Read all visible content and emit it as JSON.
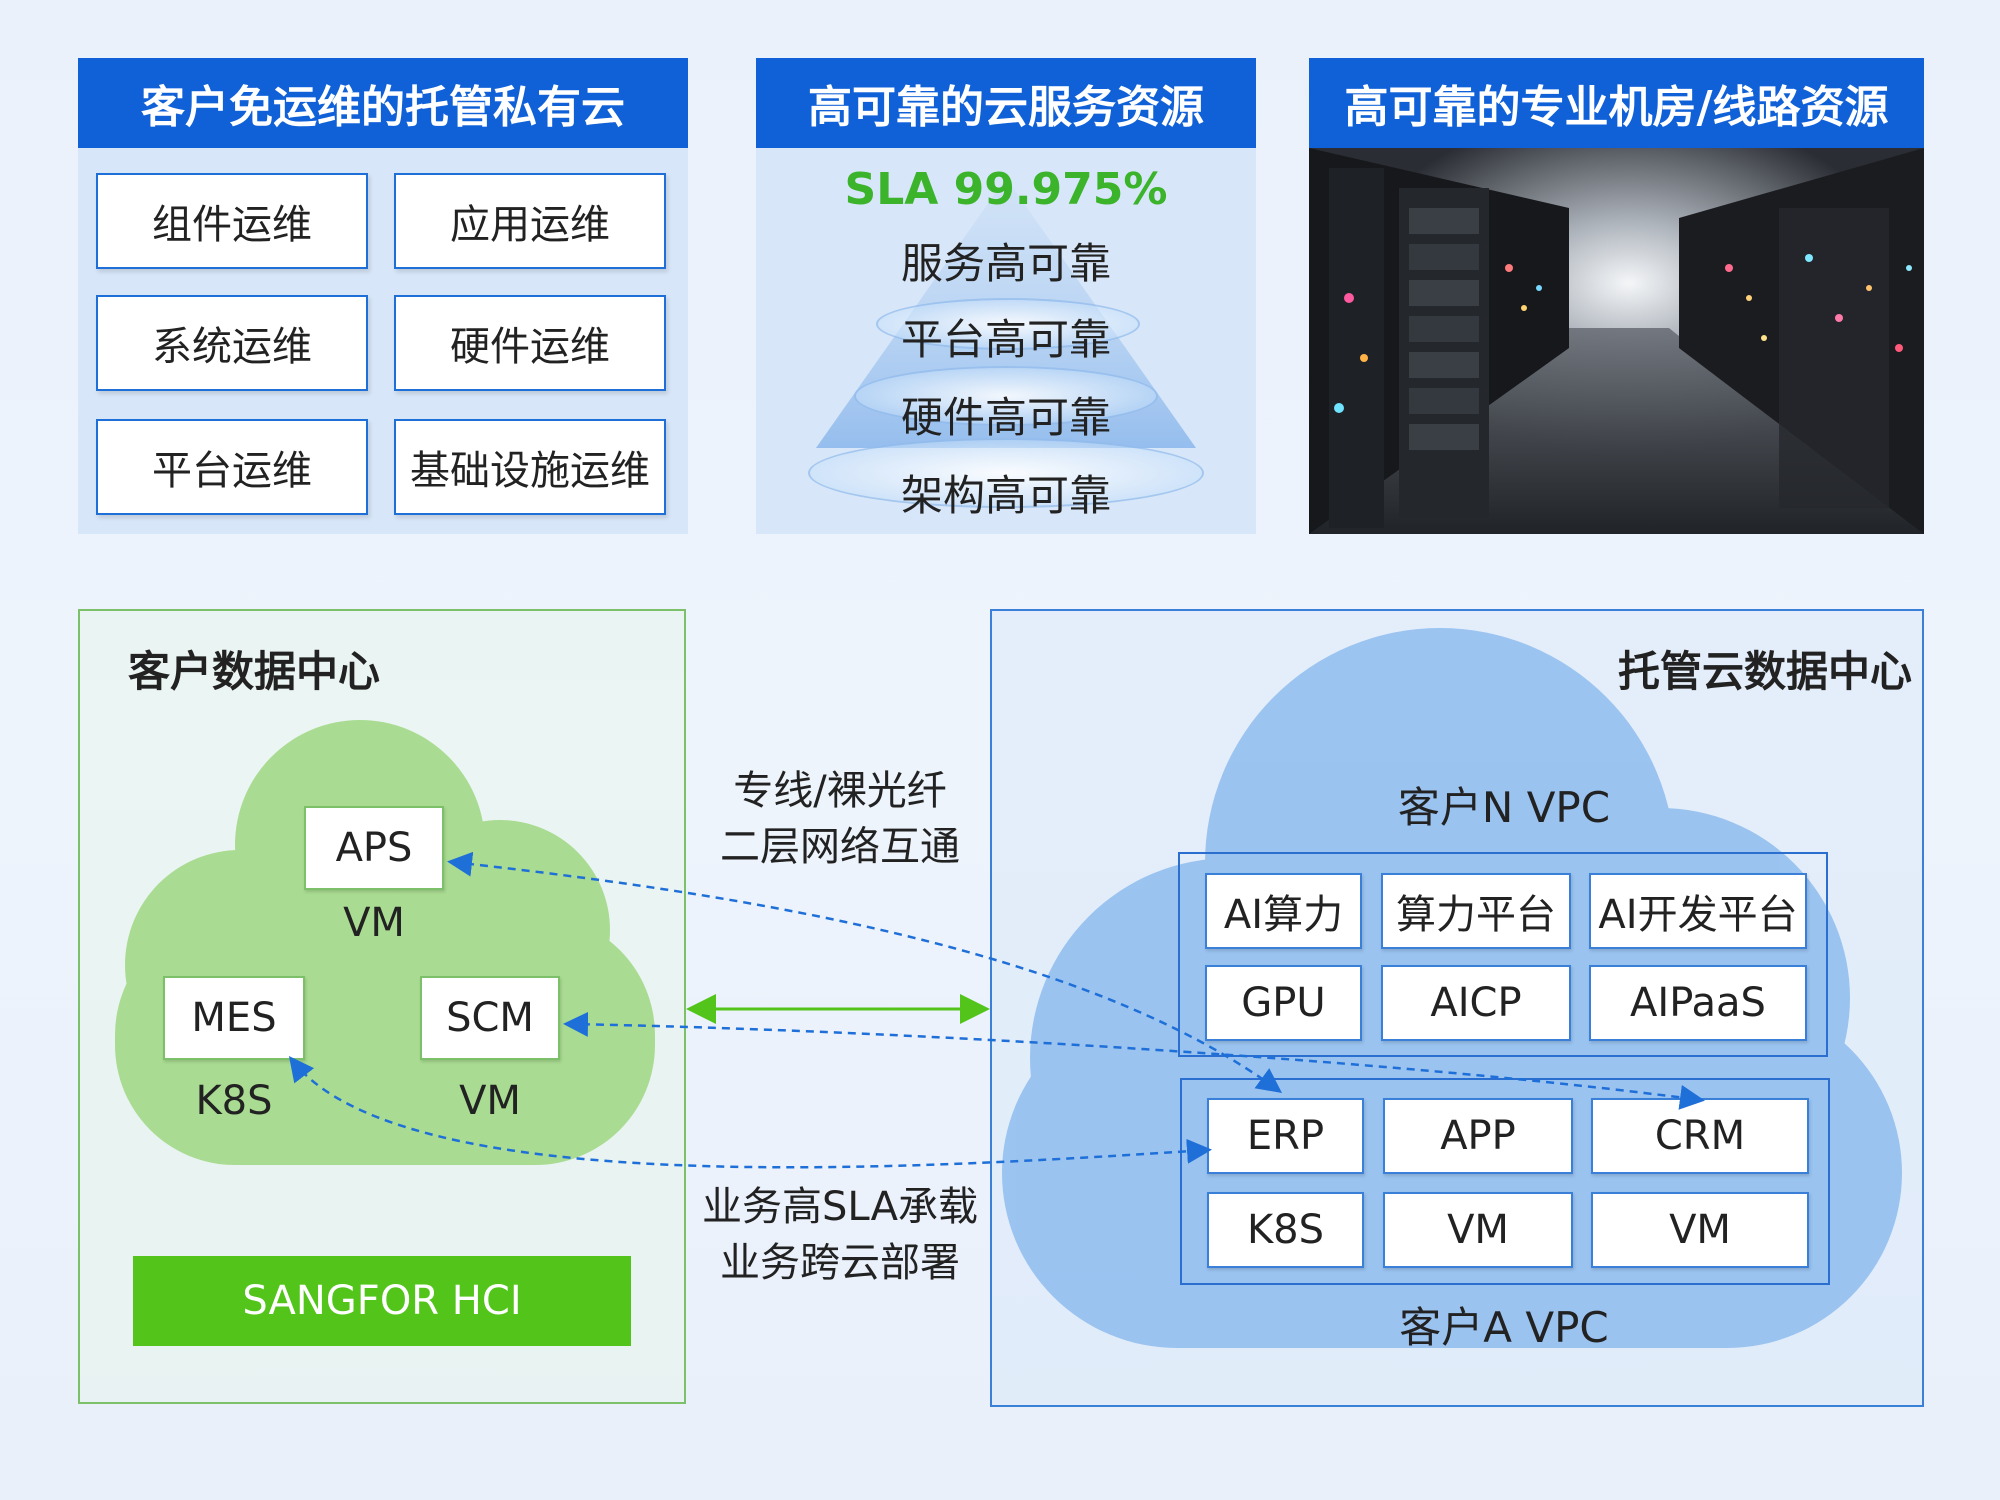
{
  "panel1": {
    "title": "客户免运维的托管私有云",
    "items": [
      "组件运维",
      "应用运维",
      "系统运维",
      "硬件运维",
      "平台运维",
      "基础设施运维"
    ]
  },
  "panel2": {
    "title": "高可靠的云服务资源",
    "sla": "SLA 99.975%",
    "levels": [
      "服务高可靠",
      "平台高可靠",
      "硬件高可靠",
      "架构高可靠"
    ]
  },
  "panel3": {
    "title": "高可靠的专业机房/线路资源"
  },
  "customer_dc": {
    "title": "客户数据中心",
    "nodes": [
      {
        "label": "APS",
        "sub": "VM"
      },
      {
        "label": "MES",
        "sub": "K8S"
      },
      {
        "label": "SCM",
        "sub": "VM"
      }
    ],
    "hci": "SANGFOR HCI"
  },
  "middle": {
    "top_lines": [
      "专线/裸光纤",
      "二层网络互通"
    ],
    "bottom_lines": [
      "业务高SLA承载",
      "业务跨云部署"
    ]
  },
  "cloud_dc": {
    "title": "托管云数据中心",
    "vpc_n": {
      "label": "客户N VPC",
      "cells": [
        "AI算力",
        "算力平台",
        "AI开发平台",
        "GPU",
        "AICP",
        "AIPaaS"
      ]
    },
    "vpc_a": {
      "label": "客户A VPC",
      "cells": [
        "ERP",
        "APP",
        "CRM",
        "K8S",
        "VM",
        "VM"
      ]
    }
  },
  "colors": {
    "header_blue": "#1061d8",
    "sla_green": "#3bb32a",
    "hci_green": "#52c41a",
    "green_cloud": "#a9dc92",
    "blue_cloud": "#8ebcef"
  }
}
